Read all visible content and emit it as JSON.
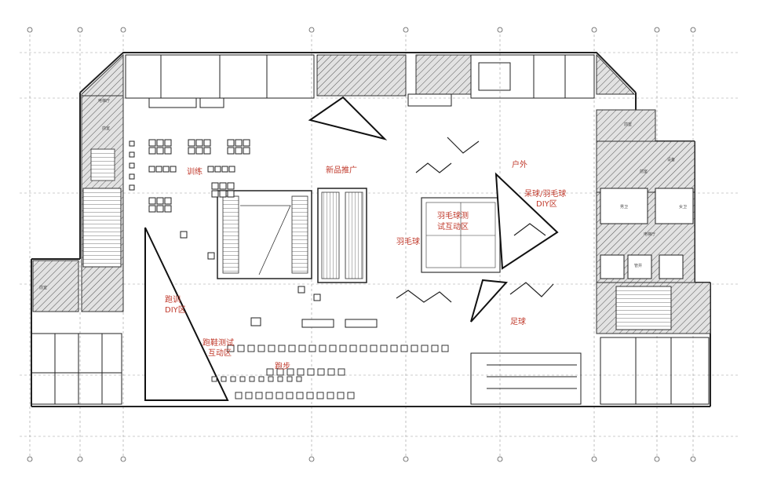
{
  "colors": {
    "label": "#c0392b",
    "wall": "#222222",
    "grid": "#9a9a9a",
    "hatch_fill": "#d0d0d0",
    "background": "#ffffff"
  },
  "zones": {
    "training": "训练",
    "new_products": "新品推广",
    "outdoor": "户外",
    "basketball_badminton_diy_1": "呆球/羽毛球",
    "basketball_badminton_diy_2": "DIY区",
    "badminton_test_1": "羽毛球测",
    "badminton_test_2": "试互动区",
    "badminton": "羽毛球",
    "running_diy_1": "跑训",
    "running_diy_2": "DIY区",
    "shoe_test_1": "跑鞋测试",
    "shoe_test_2": "互动区",
    "running": "跑步",
    "football": "足球"
  }
}
